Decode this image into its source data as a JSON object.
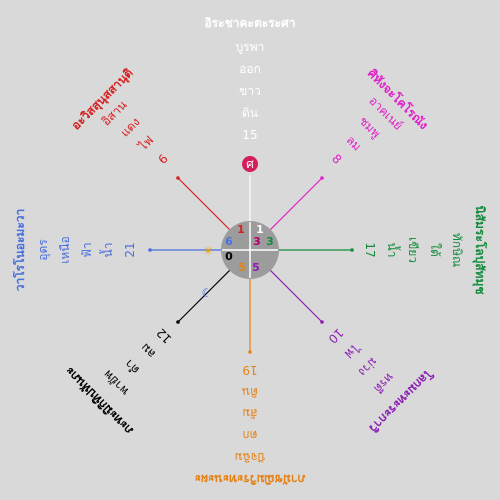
{
  "center_numbers": [
    {
      "text": "1",
      "color": "#d62020"
    },
    {
      "text": "1",
      "color": "#ffffff"
    },
    {
      "text": "3",
      "color": "#b4006e"
    },
    {
      "text": "3",
      "color": "#148c3c"
    },
    {
      "text": "5",
      "color": "#8c1eb4"
    },
    {
      "text": "5",
      "color": "#e68214"
    },
    {
      "text": "0",
      "color": "#000000"
    },
    {
      "text": "6",
      "color": "#4a6fe0"
    }
  ],
  "directions": [
    {
      "key": "north",
      "color": "#ffffff",
      "lines": [
        "อิระชาคะตะระศา",
        "บูรพา",
        "ออก",
        "ขาว",
        "ดิน",
        "15"
      ],
      "badge": "ศ",
      "badge_color": "#d21e5a"
    },
    {
      "key": "northeast",
      "color": "#e020c8",
      "lines": [
        "ศิหังจะโคโรณัง",
        "อาคเนย์",
        "ชมพู",
        "ลม",
        "8"
      ]
    },
    {
      "key": "east",
      "color": "#148c3c",
      "lines": [
        "นิสัมระโลปุสัทมุช",
        "ทักษิณ",
        "ใต้",
        "เขียว",
        "น้ำ",
        "17"
      ]
    },
    {
      "key": "southeast",
      "color": "#8c1eb4",
      "lines": [
        "โลกมะทะระกาวิ",
        "หรดี",
        "ม่วง",
        "ไฟ",
        "10"
      ]
    },
    {
      "key": "south",
      "color": "#e68214",
      "lines": [
        "ภามัชฌิมวิระทะนะผะ",
        "ปัจฉิม",
        "ตก",
        "ส้ม",
        "ดิน",
        "19"
      ]
    },
    {
      "key": "southwest",
      "color": "#000000",
      "lines": [
        "ภะทะมิกิทิปหันภะ",
        "พายัพ",
        "ดำ",
        "ลม",
        "12"
      ],
      "badge": "☾"
    },
    {
      "key": "west",
      "color": "#4a6fe0",
      "lines": [
        "วาโรโนอะมะวา",
        "อุดร",
        "เหนือ",
        "ฟ้า",
        "น้ำ",
        "21"
      ],
      "badge": "☀"
    },
    {
      "key": "northwest",
      "color": "#d62020",
      "lines": [
        "อะวิสสุนุสสานุติ",
        "อิสาน",
        "แดง",
        "ไฟ",
        "6"
      ]
    }
  ]
}
